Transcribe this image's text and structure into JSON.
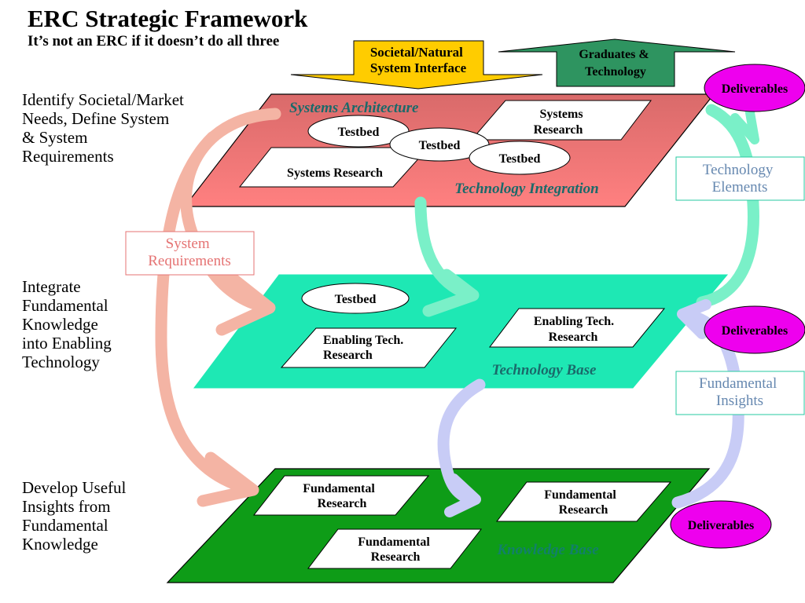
{
  "header": {
    "title": "ERC Strategic Framework",
    "subtitle": "It’s not an ERC if it doesn’t do all three"
  },
  "left_labels": {
    "top": [
      "Identify Societal/Market",
      "Needs, Define System",
      "& System",
      "Requirements"
    ],
    "middle": [
      "Integrate",
      "Fundamental",
      "Knowledge",
      "into Enabling",
      "Technology"
    ],
    "bottom": [
      "Develop Useful",
      "Insights from",
      "Fundamental",
      "Knowledge"
    ]
  },
  "arrows": {
    "societal": [
      "Societal/Natural",
      "System Interface"
    ],
    "graduates": [
      "Graduates &",
      "Technology"
    ]
  },
  "side_boxes": {
    "system_requirements": [
      "System",
      "Requirements"
    ],
    "technology_elements": [
      "Technology",
      "Elements"
    ],
    "fundamental_insights": [
      "Fundamental",
      "Insights"
    ]
  },
  "deliverables": {
    "label": "Deliverables"
  },
  "planes": {
    "systems": {
      "title": "Systems Architecture",
      "subtitle": "Technology Integration",
      "boxes": {
        "left": "Systems Research",
        "right": [
          "Systems",
          "Research"
        ]
      },
      "testbeds": [
        "Testbed",
        "Testbed",
        "Testbed"
      ]
    },
    "technology": {
      "title": "Technology Base",
      "testbed": "Testbed",
      "boxes": {
        "left": [
          "Enabling Tech.",
          "Research"
        ],
        "right": [
          "Enabling Tech.",
          "Research"
        ]
      }
    },
    "knowledge": {
      "title": "Knowledge Base",
      "boxes": {
        "top_left": [
          "Fundamental",
          "Research"
        ],
        "right": [
          "Fundamental",
          "Research"
        ],
        "bottom": [
          "Fundamental",
          "Research"
        ]
      }
    }
  },
  "colors": {
    "systems_plane": "#e57373",
    "technology_plane": "#1ee8b4",
    "knowledge_plane": "#0e9c17",
    "pink_arrow": "#f4b4a4",
    "teal_arrow": "#7af0c8",
    "lavender_arrow": "#c8ccf6",
    "deliverables": "#ee00ee",
    "societal_arrow": "#ffcc00",
    "graduates_arrow": "#2e9460"
  }
}
